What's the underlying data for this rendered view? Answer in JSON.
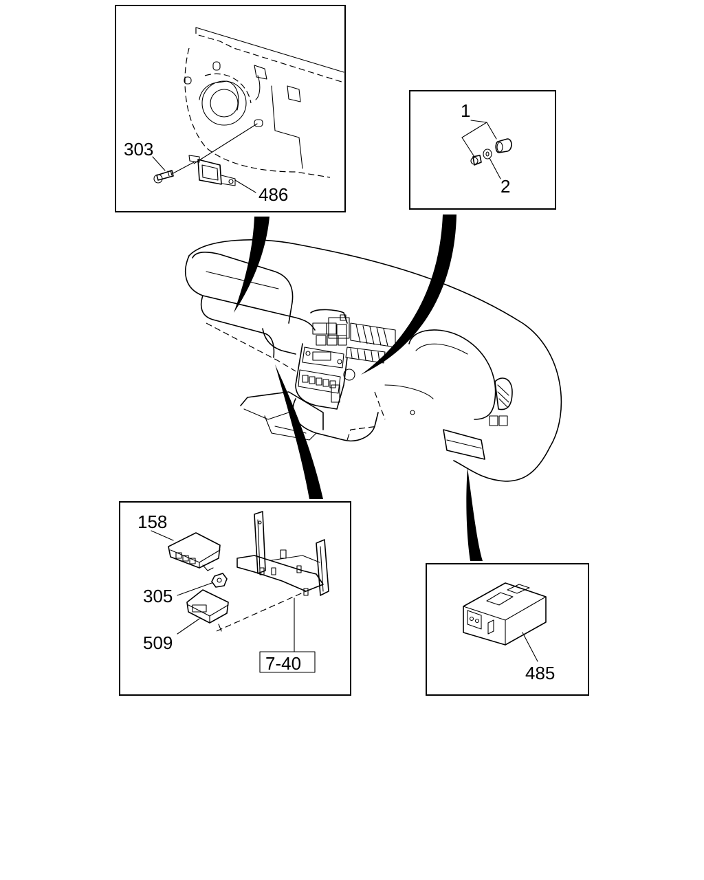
{
  "callouts": {
    "p303": "303",
    "p486": "486",
    "p1": "1",
    "p2": "2",
    "p158": "158",
    "p305": "305",
    "p509": "509",
    "ref_7_40": "7-40",
    "p485": "485"
  }
}
